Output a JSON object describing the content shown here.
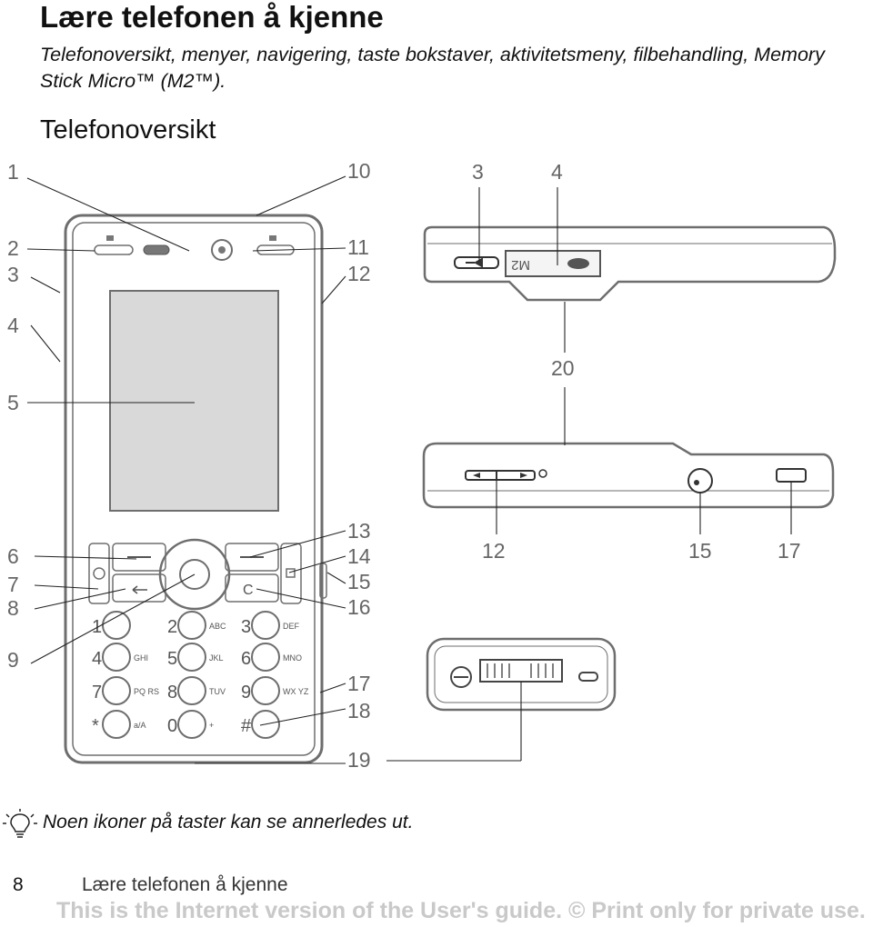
{
  "page": {
    "title": "Lære telefonen å kjenne",
    "subtitle": "Telefonoversikt, menyer, navigering, taste bokstaver, aktivitetsmeny, filbehandling, Memory Stick Micro™ (M2™).",
    "section_title": "Telefonoversikt",
    "tip": "Noen ikoner på taster kan se annerledes ut.",
    "page_number": "8",
    "footer_title": "Lære telefonen å kjenne",
    "disclaimer": "This is the Internet version of the User's guide. © Print only for private use."
  },
  "callouts": {
    "left": [
      "1",
      "2",
      "3",
      "4",
      "5",
      "6",
      "7",
      "8",
      "9"
    ],
    "right": [
      "10",
      "11",
      "12",
      "13",
      "14",
      "15",
      "16",
      "17",
      "18",
      "19"
    ],
    "top_view": [
      "3",
      "4",
      "20"
    ],
    "side_view": [
      "12",
      "15",
      "17"
    ]
  },
  "keypad": {
    "digits": [
      "1",
      "2",
      "3",
      "4",
      "5",
      "6",
      "7",
      "8",
      "9",
      "*",
      "0",
      "#"
    ],
    "letters": [
      "",
      "ABC",
      "DEF",
      "GHI",
      "JKL",
      "MNO",
      "PQ RS",
      "TUV",
      "WX YZ",
      "a/A",
      "+",
      ""
    ],
    "clear_key": "C"
  },
  "memory_card_label": "M2",
  "colors": {
    "callout": "#666666",
    "outline": "#6e6e6e",
    "screen": "#d9d9d9",
    "disclaimer": "#c9c9c9"
  },
  "icons": [
    "phone-front-illustration",
    "phone-top-view",
    "phone-side-view",
    "phone-bottom-view",
    "lightbulb-tip-icon"
  ]
}
